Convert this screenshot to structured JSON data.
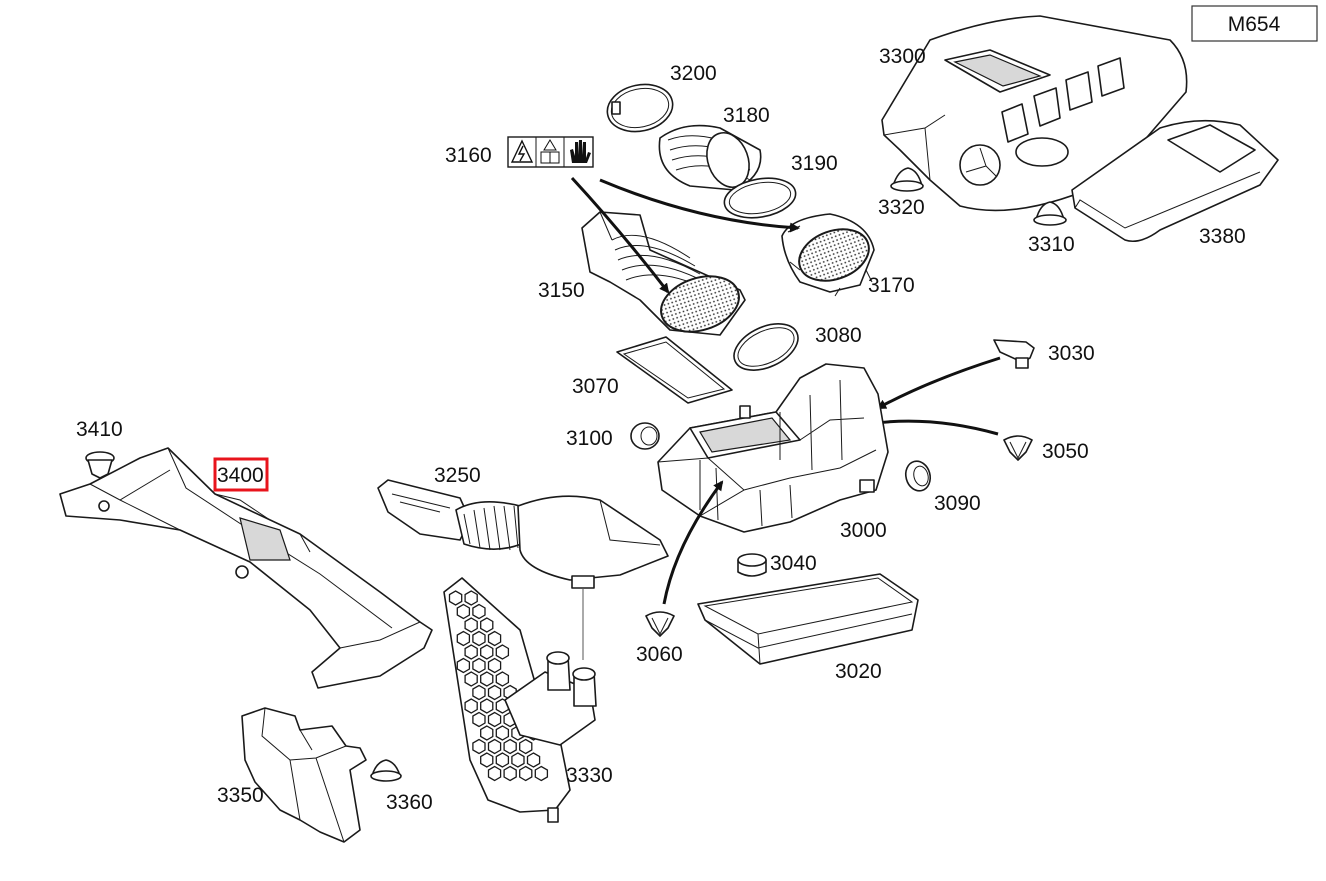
{
  "model_code": "M654",
  "highlight_color": "#e8141c",
  "highlighted_part": "3400",
  "warning_label_icons": [
    "electric-hazard-icon",
    "warning-manual-icon",
    "hand-icon"
  ],
  "parts": [
    {
      "id": "p3000",
      "number": "3000"
    },
    {
      "id": "p3020",
      "number": "3020"
    },
    {
      "id": "p3030",
      "number": "3030"
    },
    {
      "id": "p3040",
      "number": "3040"
    },
    {
      "id": "p3050",
      "number": "3050"
    },
    {
      "id": "p3060",
      "number": "3060"
    },
    {
      "id": "p3070",
      "number": "3070"
    },
    {
      "id": "p3080",
      "number": "3080"
    },
    {
      "id": "p3090",
      "number": "3090"
    },
    {
      "id": "p3100",
      "number": "3100"
    },
    {
      "id": "p3150",
      "number": "3150"
    },
    {
      "id": "p3160",
      "number": "3160"
    },
    {
      "id": "p3170",
      "number": "3170"
    },
    {
      "id": "p3180",
      "number": "3180"
    },
    {
      "id": "p3190",
      "number": "3190"
    },
    {
      "id": "p3200",
      "number": "3200"
    },
    {
      "id": "p3250",
      "number": "3250"
    },
    {
      "id": "p3300",
      "number": "3300"
    },
    {
      "id": "p3310",
      "number": "3310"
    },
    {
      "id": "p3320",
      "number": "3320"
    },
    {
      "id": "p3330",
      "number": "3330"
    },
    {
      "id": "p3350",
      "number": "3350"
    },
    {
      "id": "p3360",
      "number": "3360"
    },
    {
      "id": "p3380",
      "number": "3380"
    },
    {
      "id": "p3400",
      "number": "3400"
    },
    {
      "id": "p3410",
      "number": "3410"
    }
  ]
}
